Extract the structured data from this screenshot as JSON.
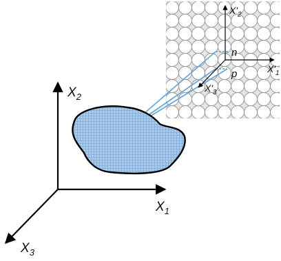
{
  "global_axes": {
    "x1": {
      "letter": "X",
      "sub": "1"
    },
    "x2": {
      "letter": "X",
      "sub": "2"
    },
    "x3": {
      "letter": "X",
      "sub": "3"
    }
  },
  "local_axes": {
    "x1p": {
      "letter": "X'",
      "sub": "1"
    },
    "x2p": {
      "letter": "X'",
      "sub": "2"
    },
    "x3p": {
      "letter": "X'",
      "sub": "3"
    }
  },
  "labels": {
    "n": "n",
    "p": "p"
  },
  "colors": {
    "axis": "#000000",
    "grain_fill": "#a9c9e8",
    "grain_hatch": "#5b93c9",
    "projection_lines": "#6aa6d8",
    "circle_fill": "#ffffff",
    "circle_stroke": "#9a9a9a",
    "lattice_bg": "#e6e6e6"
  },
  "icons": {
    "grain": "irregular-hatched-region",
    "lattice": "circle-packing-lattice"
  }
}
